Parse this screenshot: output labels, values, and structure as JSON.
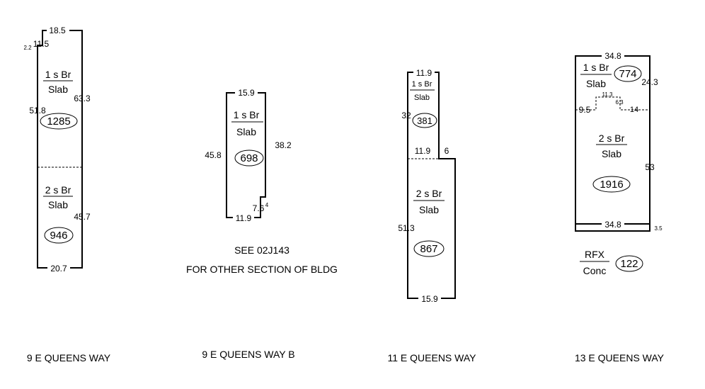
{
  "buildings": [
    {
      "caption": "9 E QUEENS WAY",
      "dims": {
        "top": "18.5",
        "step_w": "11.5",
        "step_h": "2.2",
        "left": "51.8",
        "right_upper": "63.3",
        "right_lower": "45.7",
        "bottom": "20.7"
      },
      "sections": [
        {
          "top": "1 s Br",
          "bottom": "Slab",
          "area": "1285"
        },
        {
          "top": "2 s Br",
          "bottom": "Slab",
          "area": "946"
        }
      ]
    },
    {
      "caption": "9 E QUEENS WAY B",
      "dims": {
        "top": "15.9",
        "left": "45.8",
        "right": "38.2",
        "notch_w": "7.6",
        "notch_h": "4",
        "bottom": "11.9"
      },
      "sections": [
        {
          "top": "1 s Br",
          "bottom": "Slab",
          "area": "698"
        }
      ],
      "note_line1": "SEE 02J143",
      "note_line2": "FOR OTHER SECTION OF BLDG"
    },
    {
      "caption": "11 E QUEENS WAY",
      "dims": {
        "top": "11.9",
        "left_upper": "32",
        "mid": "11.9",
        "jog": "6",
        "left_lower": "51.3",
        "bottom": "15.9"
      },
      "sections": [
        {
          "top": "1 s Br",
          "bottom": "Slab",
          "area": "381"
        },
        {
          "top": "2 s Br",
          "bottom": "Slab",
          "area": "867"
        }
      ]
    },
    {
      "caption": "13 E QUEENS WAY",
      "dims": {
        "top": "34.8",
        "right_upper": "24.3",
        "left_step": "9.5",
        "step_a": "11.3",
        "step_b": "6.3",
        "step_c": "14",
        "right": "53",
        "bottom": "34.8",
        "strip": "3.5"
      },
      "sections": [
        {
          "top": "1 s Br",
          "bottom": "Slab",
          "area": "774"
        },
        {
          "top": "2 s Br",
          "bottom": "Slab",
          "area": "1916"
        }
      ],
      "extra": {
        "top": "RFX",
        "bottom": "Conc",
        "area": "122"
      }
    }
  ]
}
